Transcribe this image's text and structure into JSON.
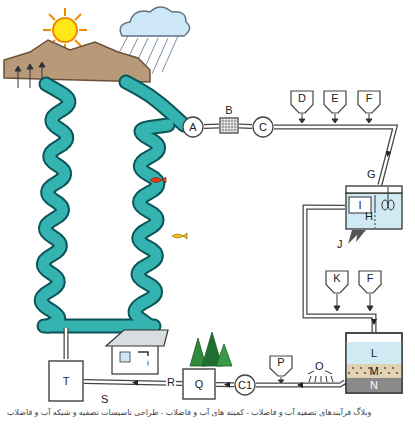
{
  "diagram": {
    "nodes": [
      {
        "text": [
          "A"
        ]
      },
      {
        "text": [
          "B"
        ]
      },
      {
        "text": [
          "C"
        ]
      },
      {
        "text": [
          "D"
        ]
      },
      {
        "text": [
          "E"
        ]
      },
      {
        "text": [
          "F"
        ]
      },
      {
        "text": [
          "I"
        ]
      },
      {
        "text": [
          "K"
        ]
      },
      {
        "text": [
          "F"
        ]
      },
      {
        "text": [
          "L",
          "M",
          "N"
        ]
      },
      {
        "text": [
          "P"
        ]
      },
      {
        "text": [
          "C1"
        ]
      },
      {
        "text": [
          "Q"
        ]
      },
      {
        "text": [
          "T"
        ]
      }
    ],
    "edges": [
      {
        "from": 0,
        "to": 1,
        "arrow": "none"
      },
      {
        "from": 1,
        "to": 2,
        "arrow": "none"
      },
      {
        "from": 2,
        "to": 6,
        "arrow": "to"
      },
      {
        "from": 6,
        "to": 9,
        "arrow": "to"
      },
      {
        "from": 9,
        "to": 11,
        "arrow": "to"
      },
      {
        "from": 11,
        "to": 12,
        "arrow": "to"
      },
      {
        "from": 12,
        "to": 13,
        "arrow": "to"
      }
    ],
    "labels": [
      "G",
      "H",
      "J",
      "O",
      "R",
      "S",
      "وبلاگ فرآیندهای تصفیه آب و فاضلاب - کمیته های آب و فاضلاب - طراحی تاسیسات تصفیه و شبکه آب و فاضلاب"
    ]
  }
}
